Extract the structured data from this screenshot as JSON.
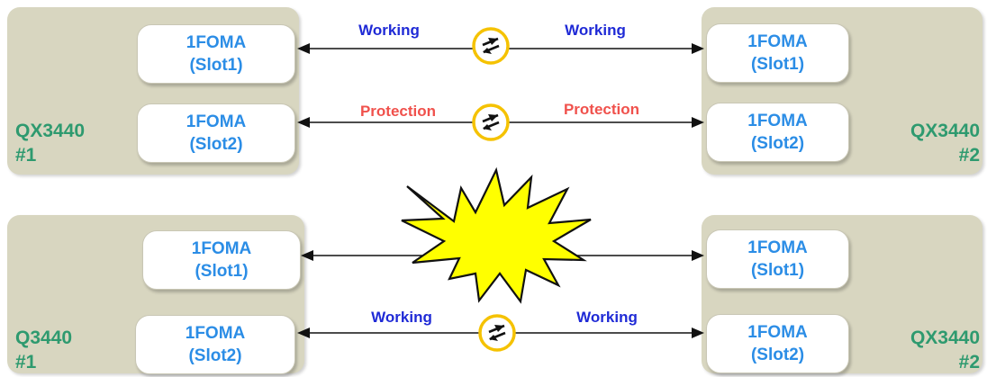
{
  "diagram": {
    "top": {
      "left_unit": {
        "label_line1": "QX3440",
        "label_line2": "#1",
        "slot1": {
          "line1": "1FOMA",
          "line2": "(Slot1)"
        },
        "slot2": {
          "line1": "1FOMA",
          "line2": "(Slot2)"
        }
      },
      "right_unit": {
        "label_line1": "QX3440",
        "label_line2": "#2",
        "slot1": {
          "line1": "1FOMA",
          "line2": "(Slot1)"
        },
        "slot2": {
          "line1": "1FOMA",
          "line2": "(Slot2)"
        }
      },
      "link1": {
        "left_label": "Working",
        "right_label": "Working"
      },
      "link2": {
        "left_label": "Protection",
        "right_label": "Protection"
      }
    },
    "bottom": {
      "left_unit": {
        "label_line1": "Q3440",
        "label_line2": "#1",
        "slot1": {
          "line1": "1FOMA",
          "line2": "(Slot1)"
        },
        "slot2": {
          "line1": "1FOMA",
          "line2": "(Slot2)"
        }
      },
      "right_unit": {
        "label_line1": "QX3440",
        "label_line2": "#2",
        "slot1": {
          "line1": "1FOMA",
          "line2": "(Slot1)"
        },
        "slot2": {
          "line1": "1FOMA",
          "line2": "(Slot2)"
        }
      },
      "link2": {
        "left_label": "Working",
        "right_label": "Working"
      }
    },
    "colors": {
      "chassis": "#d8d6c0",
      "card_text": "#2b8de6",
      "unit_label": "#2e9a6f",
      "working": "#1f2ad6",
      "protection": "#f0514c",
      "fault_burst": "#ffff00",
      "indicator_ring": "#f5c200"
    },
    "icons": [
      "switch-arrows-icon",
      "fault-burst-icon"
    ]
  }
}
